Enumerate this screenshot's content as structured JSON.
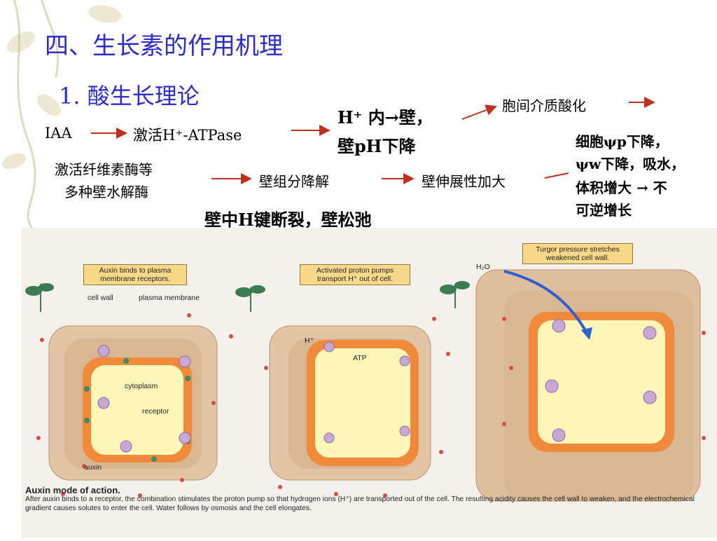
{
  "slide": {
    "title": "四、生长素的作用机理",
    "subtitle": "1. 酸生长理论"
  },
  "diagram": {
    "iaa": "IAA",
    "activate_atpase": "激活H⁺-ATPase",
    "h_line1": "H⁺ 内→壁，",
    "h_line2": "壁pH下降",
    "acidify": "胞间介质酸化",
    "cell_psi_1": "细胞ψp下降，",
    "cell_psi_2": "ψw下降，吸水，",
    "cell_psi_3": "体积增大 → 不",
    "cell_psi_4": "可逆增长",
    "enzymes_1": "激活纤维素酶等",
    "enzymes_2": "多种壁水解酶",
    "wall_degrade": "壁组分降解",
    "wall_extend": "壁伸展性加大",
    "wall_loosen": "壁中H键断裂，壁松弛"
  },
  "figure": {
    "callout1": "Auxin binds to plasma membrane receptors.",
    "callout2": "Activated proton pumps transport H⁺ out of cell.",
    "callout3": "Turgor pressure stretches weakened cell wall.",
    "label_cell_wall": "cell wall",
    "label_plasma_membrane": "plasma membrane",
    "label_cytoplasm": "cytoplasm",
    "label_receptor": "receptor",
    "label_auxin": "auxin",
    "label_atp": "ATP",
    "label_h": "H⁺",
    "label_h2o": "H₂O",
    "caption_title": "Auxin mode of action.",
    "caption_text": "After auxin binds to a receptor, the combination stimulates the proton pump so that hydrogen ions (H⁺) are transported out of the cell. The resulting acidity causes the cell wall to weaken, and the electrochemical gradient causes solutes to enter the cell. Water follows by osmosis and the cell elongates."
  },
  "colors": {
    "title": "#2c2cc8",
    "arrow": "#c0301e",
    "callout_bg": "#f8d98a",
    "cell_wall": "#d9b99a",
    "membrane": "#f08a3c",
    "cytoplasm": "#fdf6b8",
    "receptor": "#c9a8d6",
    "auxin_dot": "#d94a4a"
  }
}
